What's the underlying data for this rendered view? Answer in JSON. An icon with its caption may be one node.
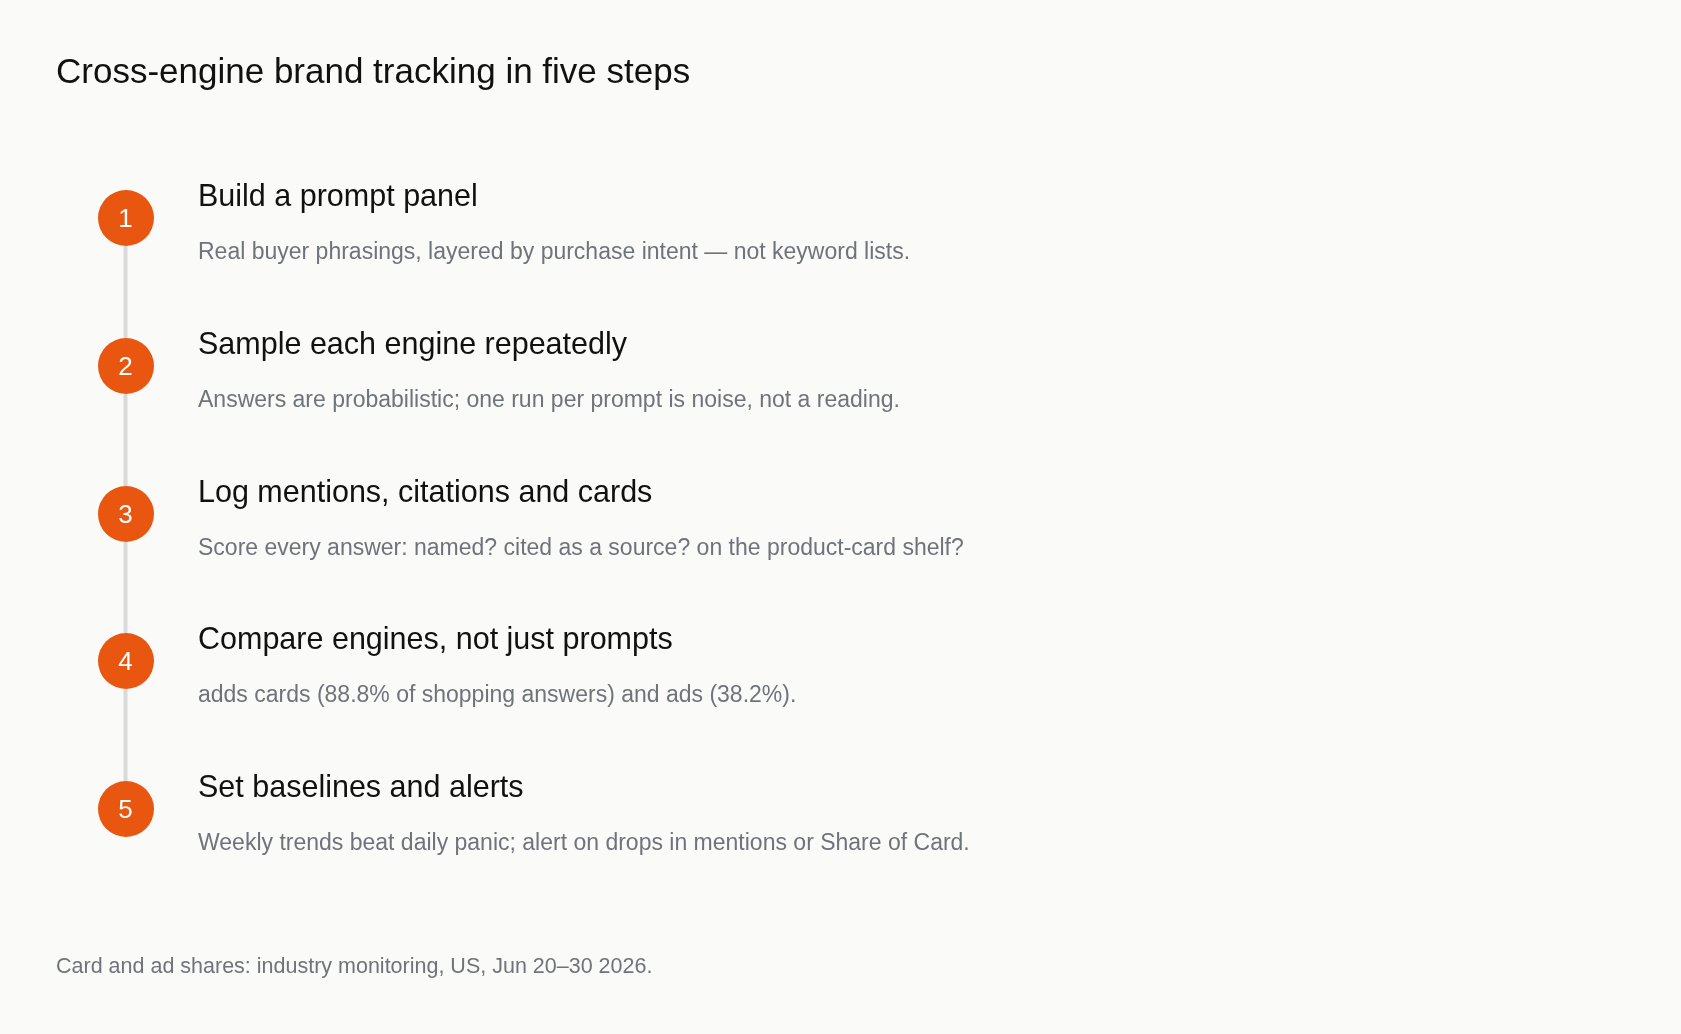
{
  "diagram": {
    "title": "Cross-engine brand tracking in five steps",
    "nodes": [
      {
        "text": [
          "1"
        ],
        "beside": [
          "Build a prompt panel",
          "Real buyer phrasings, layered by purchase intent — not keyword lists."
        ]
      },
      {
        "text": [
          "2"
        ],
        "beside": [
          "Sample each engine repeatedly",
          "Answers are probabilistic; one run per prompt is noise, not a reading."
        ]
      },
      {
        "text": [
          "3"
        ],
        "beside": [
          "Log mentions, citations and cards",
          "Score every answer: named? cited as a source? on the product-card shelf?"
        ]
      },
      {
        "text": [
          "4"
        ],
        "beside": [
          "Compare engines, not just prompts",
          "adds cards (88.8% of shopping answers) and ads (38.2%)."
        ]
      },
      {
        "text": [
          "5"
        ],
        "beside": [
          "Set baselines and alerts",
          "Weekly trends beat daily panic; alert on drops in mentions or Share of Card."
        ]
      }
    ],
    "edges": [
      {
        "from": 0,
        "to": 1,
        "arrow": "none"
      },
      {
        "from": 1,
        "to": 2,
        "arrow": "none"
      },
      {
        "from": 2,
        "to": 3,
        "arrow": "none"
      },
      {
        "from": 3,
        "to": 4,
        "arrow": "none"
      }
    ],
    "caption": "Card and ad shares: industry monitoring, US, Jun 20–30 2026."
  }
}
